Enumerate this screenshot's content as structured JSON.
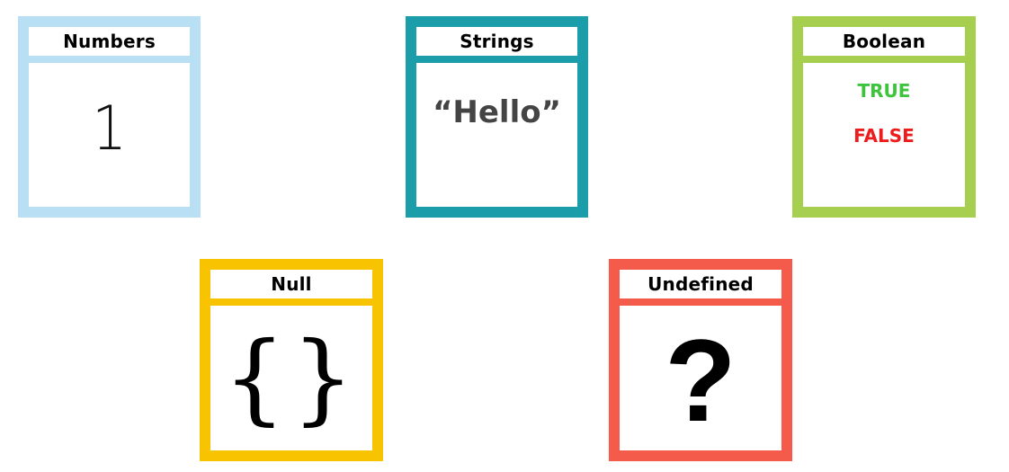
{
  "cards": {
    "numbers": {
      "title": "Numbers",
      "value": "1",
      "color": "#b8dff4"
    },
    "strings": {
      "title": "Strings",
      "value": "“Hello”",
      "color": "#1b9ea9"
    },
    "boolean": {
      "title": "Boolean",
      "true_text": "TRUE",
      "false_text": "FALSE",
      "color": "#a6cf4f",
      "true_color": "#3cc43c",
      "false_color": "#ee1c1c"
    },
    "null": {
      "title": "Null",
      "value": "{}",
      "color": "#f8c300"
    },
    "undefined": {
      "title": "Undefined",
      "value": "?",
      "color": "#f45b4a"
    }
  }
}
